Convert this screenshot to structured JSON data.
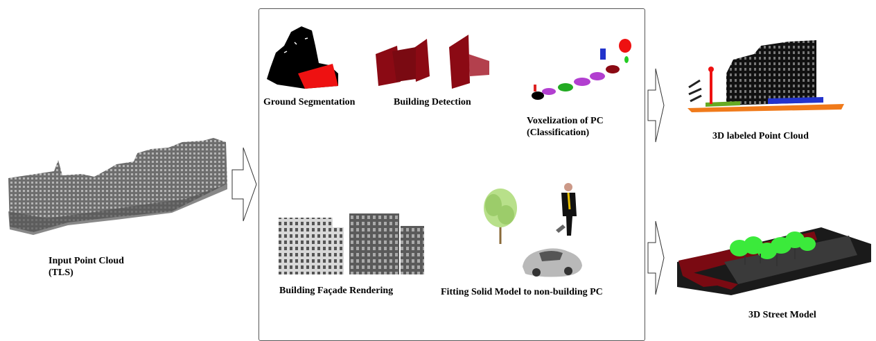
{
  "input": {
    "line1": "Input Point Cloud",
    "line2": "(TLS)"
  },
  "steps": {
    "ground": "Ground Segmentation",
    "building_detection": "Building Detection",
    "voxelization_line1": "Voxelization of PC",
    "voxelization_line2": "(Classification)",
    "facade": "Building Façade Rendering",
    "fitting": "Fitting Solid Model to non-building PC"
  },
  "outputs": {
    "labeled": "3D labeled Point Cloud",
    "street": "3D Street Model"
  }
}
